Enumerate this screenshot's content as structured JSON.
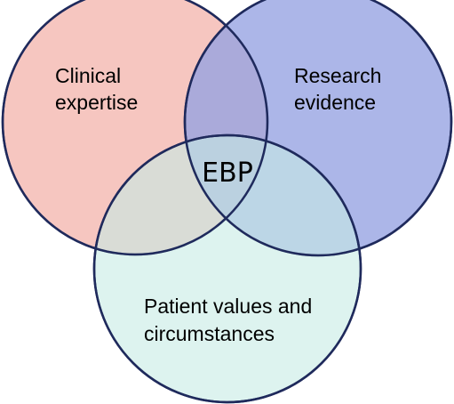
{
  "colors": {
    "clinical_fill": "#f4b9b2",
    "research_fill": "#95a1e1",
    "patient_fill": "#c7ebe5",
    "outline": "#1f2a5c"
  },
  "circles": {
    "clinical": {
      "line1": "Clinical",
      "line2": "expertise"
    },
    "research": {
      "line1": "Research",
      "line2": "evidence"
    },
    "patient": {
      "line1": "Patient values and",
      "line2": "circumstances"
    }
  },
  "center": {
    "label": "EBP"
  }
}
